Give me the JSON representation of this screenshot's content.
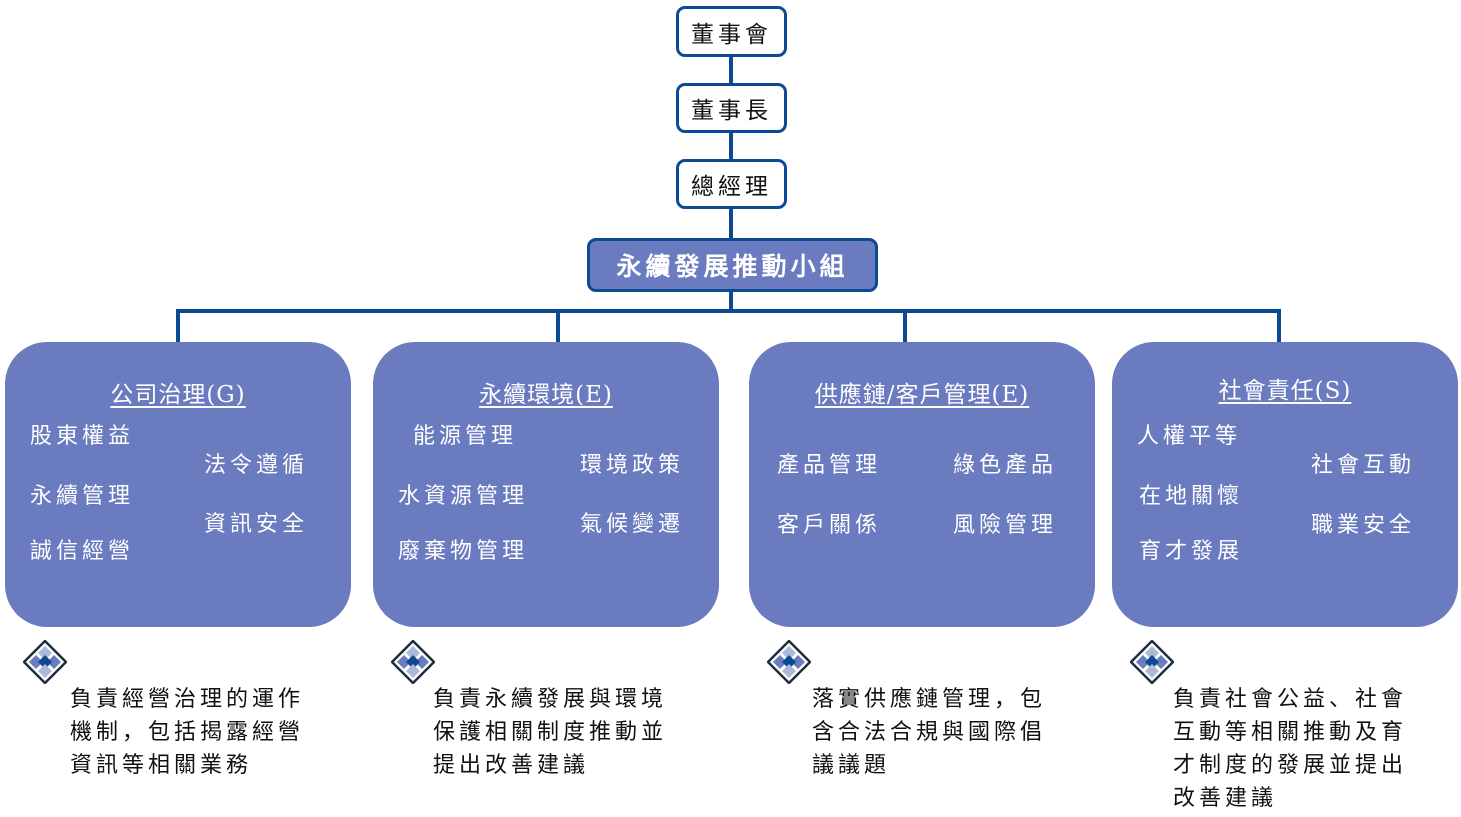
{
  "hierarchy": {
    "board": "董事會",
    "chairman": "董事長",
    "president": "總經理",
    "task_force": "永續發展推動小組"
  },
  "colors": {
    "line": "#0d4a94",
    "panel": "#6a7bbf"
  },
  "panels": [
    {
      "title": "公司治理(G)",
      "left_items": [
        "股東權益",
        "永續管理",
        "誠信經營"
      ],
      "right_items": [
        "法令遵循",
        "資訊安全"
      ],
      "description": [
        "負責經營治理的運作",
        "機制，包括揭露經營",
        "資訊等相關業務"
      ]
    },
    {
      "title": "永續環境(E)",
      "left_items": [
        "能源管理",
        "水資源管理",
        "廢棄物管理"
      ],
      "right_items": [
        "環境政策",
        "氣候變遷"
      ],
      "description": [
        "負責永續發展與環境",
        "保護相關制度推動並",
        "提出改善建議"
      ]
    },
    {
      "title": "供應鏈/客戶管理(E)",
      "left_items": [
        "產品管理",
        "客戶關係"
      ],
      "right_items": [
        "綠色產品",
        "風險管理"
      ],
      "description": [
        "落實供應鏈管理，包",
        "含合法合規與國際倡",
        "議議題"
      ]
    },
    {
      "title": "社會責任(S)",
      "left_items": [
        "人權平等",
        "在地關懷",
        "育才發展"
      ],
      "right_items": [
        "社會互動",
        "職業安全"
      ],
      "description": [
        "負責社會公益、社會",
        "互動等相關推動及育",
        "才制度的發展並提出",
        "改善建議"
      ]
    }
  ]
}
